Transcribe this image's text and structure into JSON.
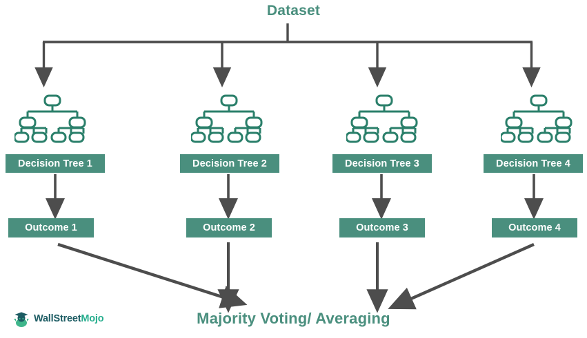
{
  "diagram": {
    "title": "Dataset",
    "bottom_label": "Majority Voting/ Averaging",
    "colors": {
      "accent_teal": "#4a8f7e",
      "tree_outline": "#2a7f6a",
      "arrow_gray": "#4d4d4d",
      "box_text": "#ffffff",
      "logo_dark": "#1d5c63",
      "logo_green": "#27ae8e"
    },
    "branches": [
      {
        "tree_label": "Decision Tree 1",
        "outcome_label": "Outcome 1"
      },
      {
        "tree_label": "Decision Tree 2",
        "outcome_label": "Outcome 2"
      },
      {
        "tree_label": "Decision Tree 3",
        "outcome_label": "Outcome 3"
      },
      {
        "tree_label": "Decision Tree 4",
        "outcome_label": "Outcome 4"
      }
    ]
  },
  "logo": {
    "part1": "WallStreet",
    "part2": "Mojo",
    "mark": "bull-graduate-icon"
  }
}
